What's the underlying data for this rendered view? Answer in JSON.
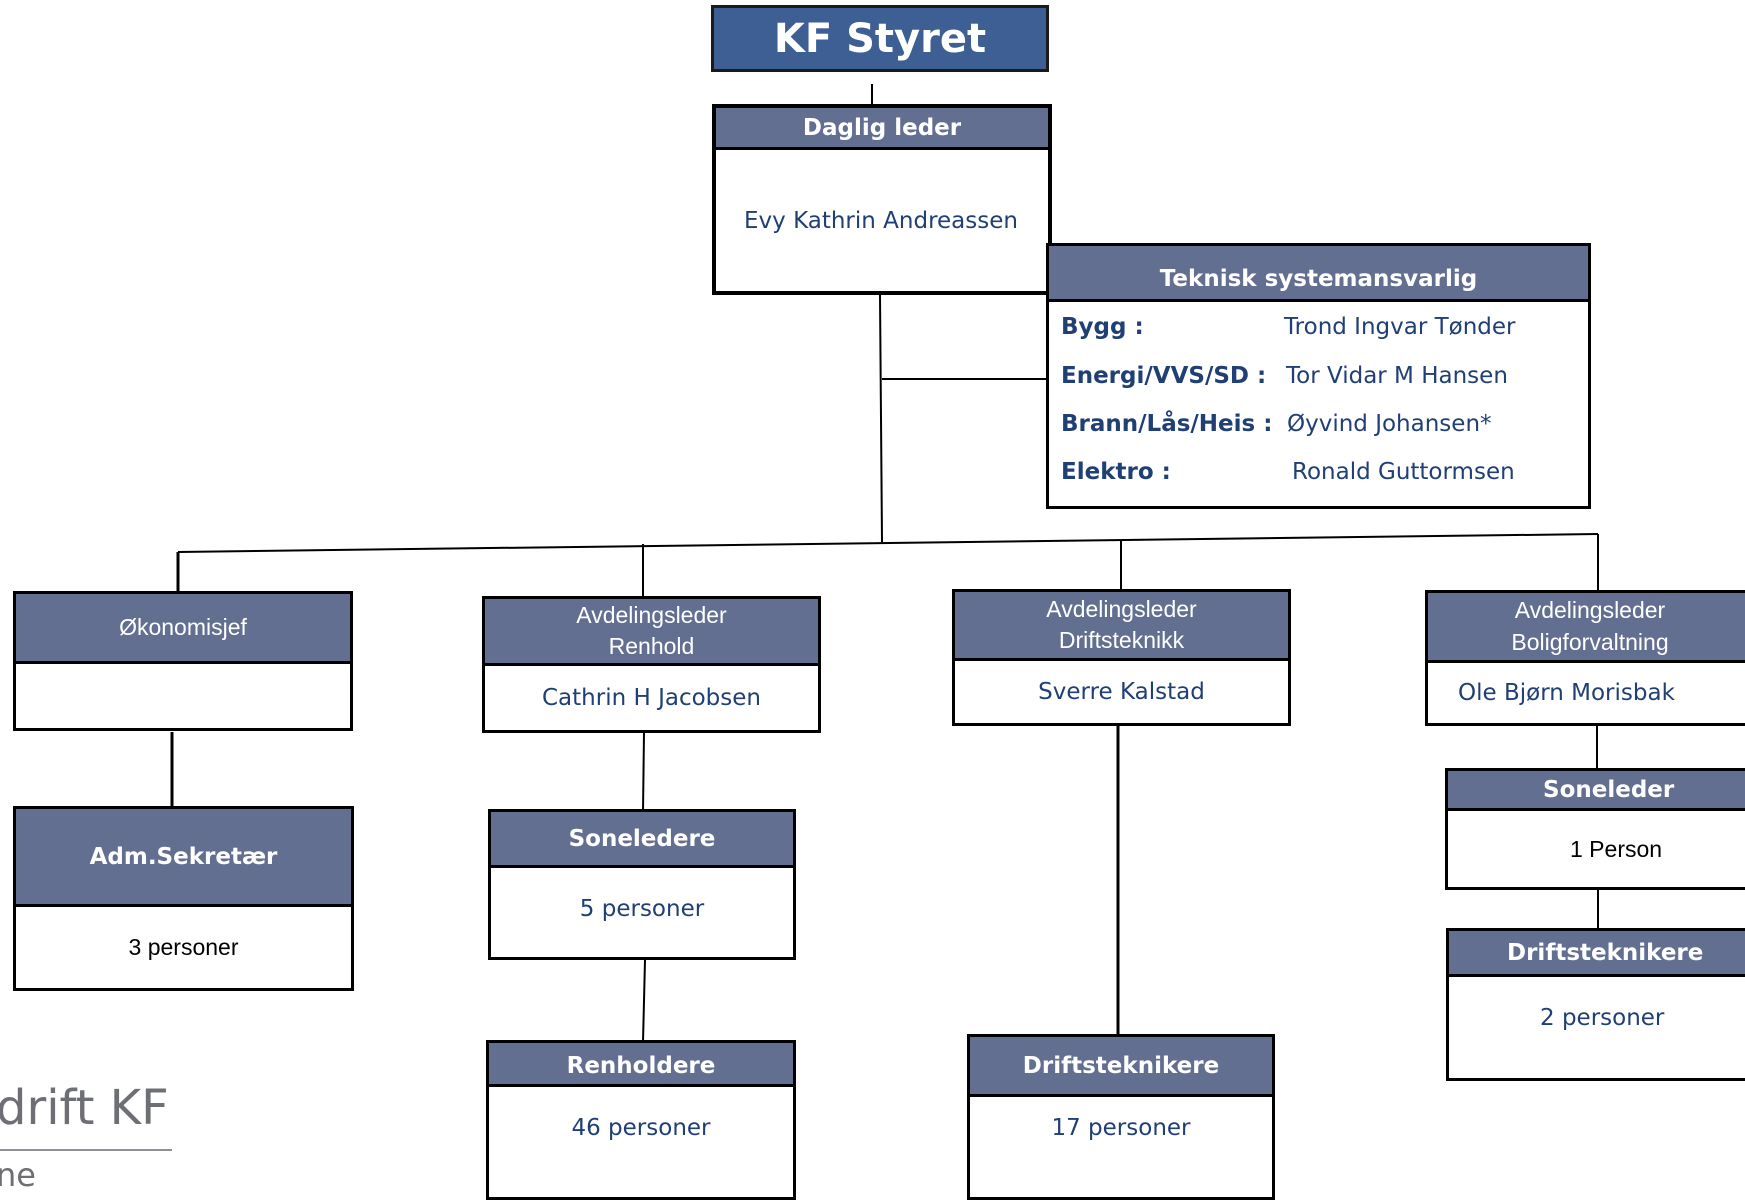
{
  "board": {
    "title": "KF Styret"
  },
  "daglig_leder": {
    "title": "Daglig leder",
    "name": "Evy Kathrin Andreassen"
  },
  "teknisk": {
    "title": "Teknisk  systemansvarlig",
    "rows": [
      {
        "label": "Bygg :",
        "name": "Trond  Ingvar Tønder"
      },
      {
        "label": "Energi/VVS/SD  :",
        "name": "Tor Vidar  M Hansen"
      },
      {
        "label": "Brann/Lås/Heis :",
        "name": "Øyvind Johansen*"
      },
      {
        "label": "Elektro :",
        "name": "Ronald  Guttormsen"
      }
    ]
  },
  "okonomi": {
    "title": "Økonomisjef",
    "name": ""
  },
  "adm": {
    "title": "Adm.Sekretær",
    "count": "3 personer"
  },
  "renhold": {
    "title_line1": "Avdelingsleder",
    "title_line2": "Renhold",
    "name": "Cathrin H Jacobsen",
    "soneledere": {
      "title": "Soneledere",
      "count": "5 personer"
    },
    "renholdere": {
      "title": "Renholdere",
      "count": "46 personer"
    }
  },
  "drift": {
    "title_line1": "Avdelingsleder",
    "title_line2": "Driftsteknikk",
    "name": "Sverre Kalstad",
    "teknikere": {
      "title": "Driftsteknikere",
      "count": "17 personer"
    }
  },
  "bolig": {
    "title_line1": "Avdelingsleder",
    "title_line2": "Boligforvaltning",
    "name": "Ole Bjørn Morisbak",
    "soneleder": {
      "title": "Soneleder",
      "count": "1 Person"
    },
    "teknikere": {
      "title": "Driftsteknikere",
      "count": "2 personer"
    }
  },
  "logo": {
    "text": "drift KF",
    "subtext": "ne"
  }
}
